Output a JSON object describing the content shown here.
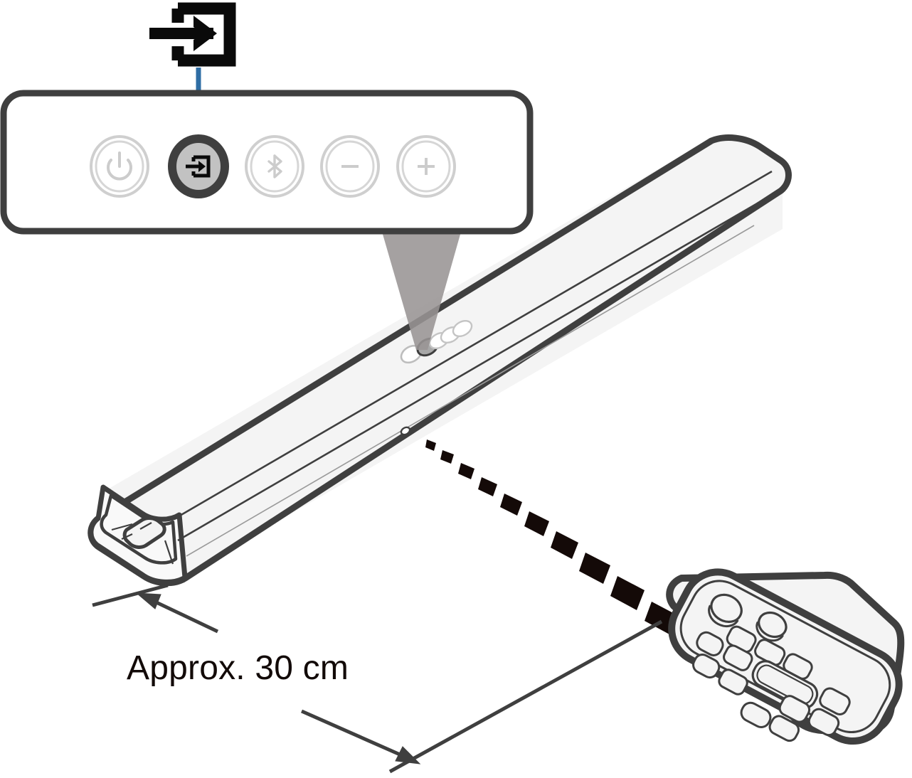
{
  "figure": {
    "title": "Soundbar remote control operating range diagram",
    "background_color": "#ffffff",
    "line_color": "#3f3f3f",
    "fill_color": "#f4f4f4",
    "accent_color": "#2e6da4",
    "cone_color": "#999494",
    "text_color": "#120a08"
  },
  "callout": {
    "name": "control-panel-callout",
    "pointer_icon": {
      "name": "input-source-icon",
      "semantic": "input-icon",
      "description": "arrow entering a bracket"
    },
    "connector_color": "#2e6da4",
    "buttons": [
      {
        "id": "power",
        "icon": "power-icon",
        "label": "Power",
        "state": "inactive"
      },
      {
        "id": "input",
        "icon": "input-icon",
        "label": "Input",
        "state": "highlighted"
      },
      {
        "id": "bluetooth",
        "icon": "bluetooth-icon",
        "label": "Bluetooth",
        "state": "inactive"
      },
      {
        "id": "volume-down",
        "icon": "minus-icon",
        "label": "Volume Down",
        "state": "inactive"
      },
      {
        "id": "volume-up",
        "icon": "plus-icon",
        "label": "Volume Up",
        "state": "inactive"
      }
    ]
  },
  "soundbar": {
    "name": "soundbar",
    "indicator_count": 5,
    "active_indicator_index": 1,
    "ir_sensor": {
      "name": "ir-sensor",
      "label": ""
    }
  },
  "remote": {
    "name": "remote-control",
    "button_count": 16
  },
  "ir_beam": {
    "name": "ir-beam",
    "style": "dashed",
    "color": "#140a08"
  },
  "dimension": {
    "name": "distance-dimension",
    "label": "Approx. 30 cm",
    "value": "30",
    "unit": "cm",
    "qualifier": "Approx."
  }
}
